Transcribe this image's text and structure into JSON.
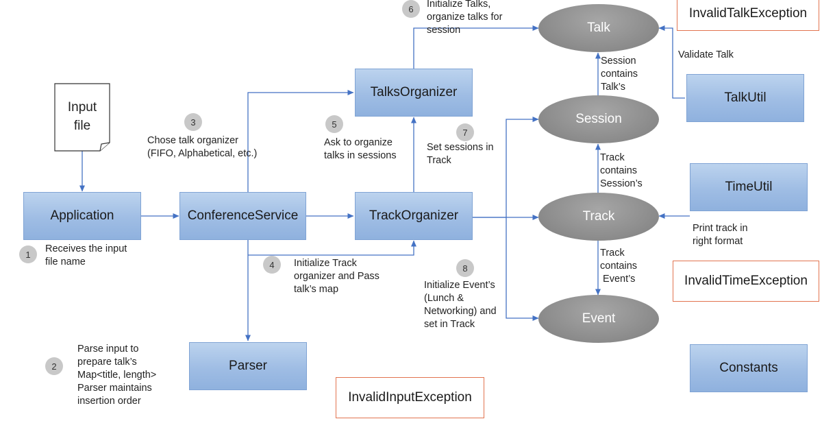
{
  "input_file": "Input\nfile",
  "nodes": {
    "application": "Application",
    "conference_service": "ConferenceService",
    "track_organizer": "TrackOrganizer",
    "talks_organizer": "TalksOrganizer",
    "parser": "Parser",
    "talk": "Talk",
    "session": "Session",
    "track": "Track",
    "event": "Event",
    "talk_util": "TalkUtil",
    "time_util": "TimeUtil",
    "constants": "Constants"
  },
  "exceptions": {
    "invalid_talk": "InvalidTalkException",
    "invalid_time": "InvalidTimeException",
    "invalid_input": "InvalidInputException"
  },
  "steps": [
    {
      "num": "1",
      "text": "Receives the input\nfile name"
    },
    {
      "num": "2",
      "text": "Parse input to\nprepare talk’s\nMap<title, length>\nParser maintains\ninsertion order"
    },
    {
      "num": "3",
      "text": "Chose talk organizer\n(FIFO, Alphabetical, etc.)"
    },
    {
      "num": "4",
      "text": "Initialize Track\norganizer and Pass\ntalk’s map"
    },
    {
      "num": "5",
      "text": "Ask to organize\ntalks in sessions"
    },
    {
      "num": "6",
      "text": "Initialize Talks,\norganize talks for\nsession"
    },
    {
      "num": "7",
      "text": "Set sessions in\nTrack"
    },
    {
      "num": "8",
      "text": "Initialize Event’s\n(Lunch &\nNetworking) and\nset in Track"
    }
  ],
  "labels": {
    "session_contains_talks": "Session\ncontains\nTalk’s",
    "track_contains_sessions": "Track\ncontains\nSession’s",
    "track_contains_events": "Track\ncontains\n Event’s",
    "validate_talk": "Validate Talk",
    "print_track": "Print track in\nright format"
  },
  "colors": {
    "box_fill": "#a3c0e6",
    "box_border": "#7fa3d4",
    "ellipse_fill": "#8c8c8c",
    "arrow": "#4472c4",
    "exception_border": "#e2734f",
    "badge_fill": "#c8c8c8"
  }
}
